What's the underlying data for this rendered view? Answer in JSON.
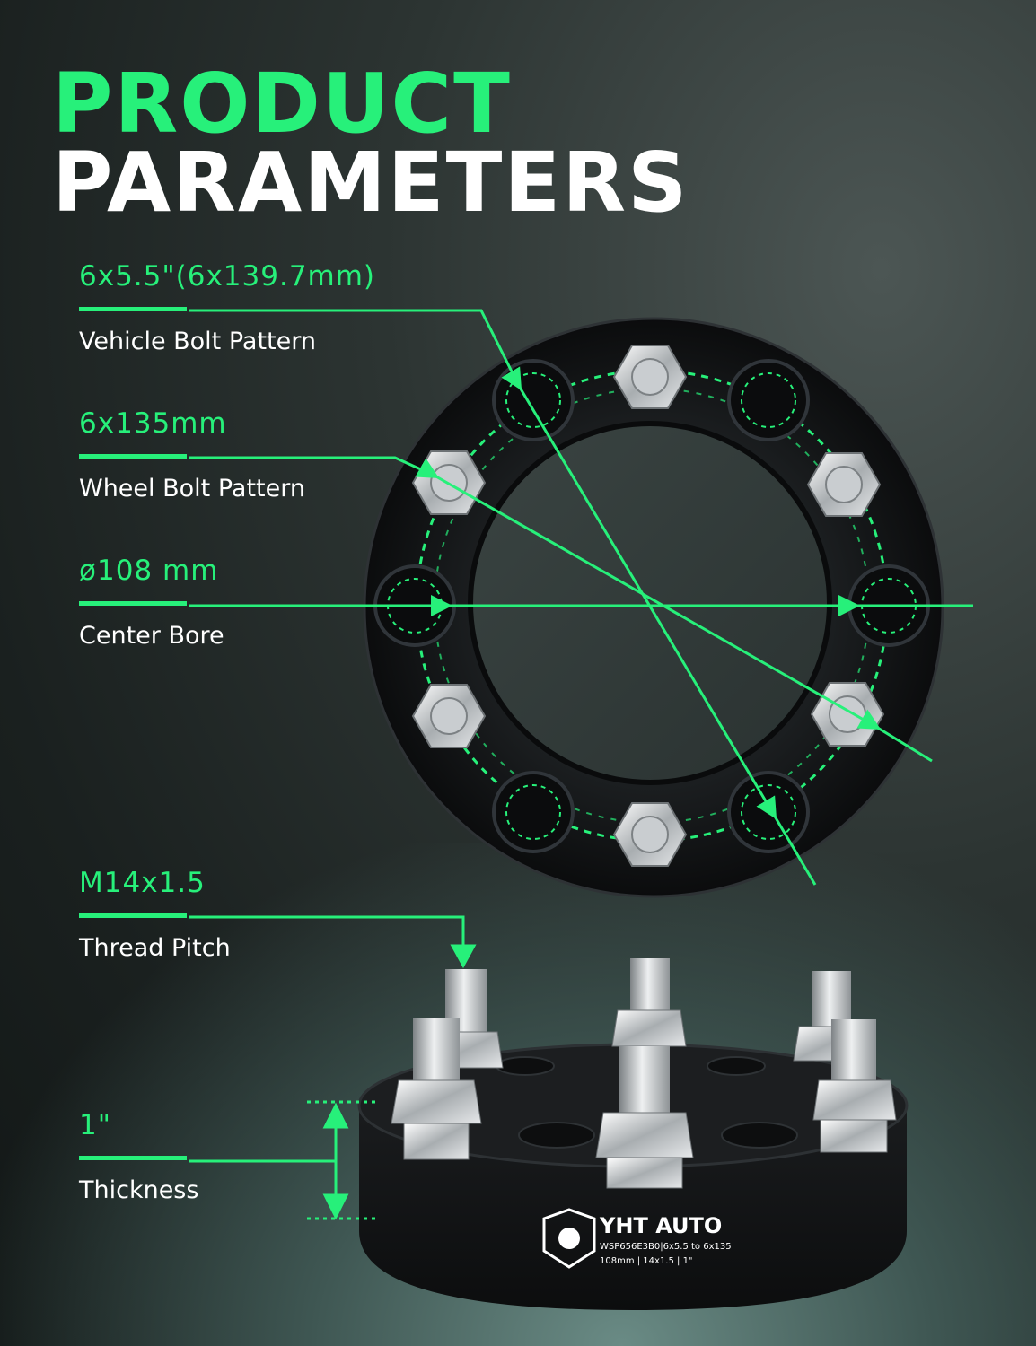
{
  "title": {
    "line1": "PRODUCT",
    "line2": "PARAMETERS"
  },
  "params": [
    {
      "value": "6x5.5\"(6x139.7mm)",
      "label": "Vehicle Bolt Pattern"
    },
    {
      "value": "6x135mm",
      "label": "Wheel Bolt Pattern"
    },
    {
      "value": "ø108 mm",
      "label": "Center Bore"
    },
    {
      "value": "M14x1.5",
      "label": "Thread Pitch"
    },
    {
      "value": "1\"",
      "label": "Thickness"
    }
  ],
  "brand": {
    "name": "YHT AUTO",
    "line1": "WSP656E3B0|6x5.5 to 6x135",
    "line2": "108mm | 14x1.5 | 1\""
  },
  "colors": {
    "accent": "#27f07a",
    "spacer": "#141617",
    "text": "#ffffff"
  }
}
